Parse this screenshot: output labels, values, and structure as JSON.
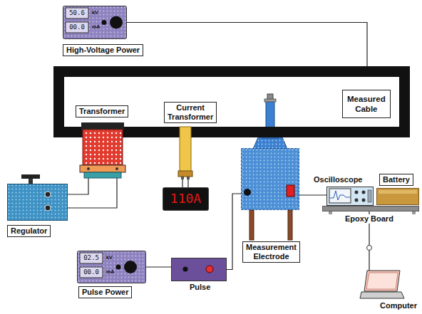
{
  "diagram": {
    "nodes": [
      {
        "text": [
          "50.6",
          "kV",
          "00.0",
          "mA",
          "High-Voltage Power"
        ]
      },
      {
        "text": [
          "Measured Cable"
        ]
      },
      {
        "text": [
          "Transformer"
        ]
      },
      {
        "text": [
          "Current Transformer"
        ]
      },
      {
        "text": [
          "110A"
        ]
      },
      {
        "text": [
          "Regulator"
        ]
      },
      {
        "text": [
          "Measurement Electrode"
        ]
      },
      {
        "text": [
          "Oscilloscope"
        ]
      },
      {
        "text": [
          "Battery"
        ]
      },
      {
        "text": [
          "Epoxy Board"
        ]
      },
      {
        "text": [
          "02.5",
          "kV",
          "00.0",
          "mA",
          "Pulse Power"
        ]
      },
      {
        "text": [
          "Pulse"
        ]
      },
      {
        "text": [
          "Computer"
        ]
      }
    ],
    "edges": [
      {
        "from": 0,
        "to": 1,
        "arrow": "none"
      },
      {
        "from": 5,
        "to": 2,
        "arrow": "none"
      },
      {
        "from": 5,
        "to": 2,
        "arrow": "none"
      },
      {
        "from": 3,
        "to": 4,
        "arrow": "none"
      },
      {
        "from": 3,
        "to": 4,
        "arrow": "none"
      },
      {
        "from": 10,
        "to": 11,
        "arrow": "none"
      },
      {
        "from": 11,
        "to": 6,
        "arrow": "none"
      },
      {
        "from": 6,
        "to": 7,
        "arrow": "none"
      },
      {
        "from": 6,
        "to": 1,
        "arrow": "none"
      },
      {
        "from": 7,
        "to": 12,
        "arrow": "none"
      }
    ]
  }
}
